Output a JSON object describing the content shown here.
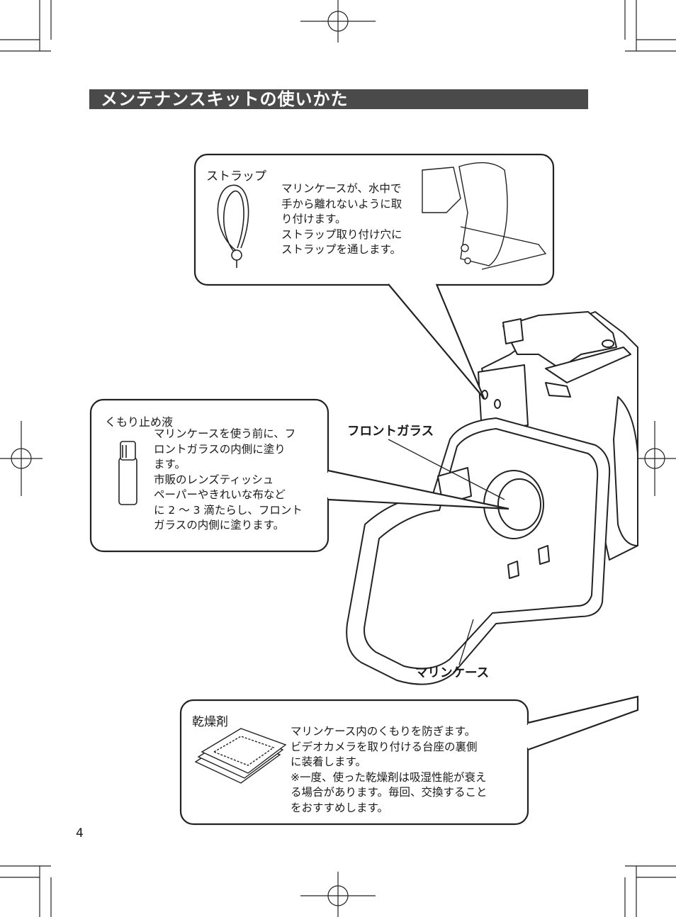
{
  "page": {
    "title": "メンテナンスキットの使いかた",
    "page_number": "4"
  },
  "strap": {
    "title": "ストラップ",
    "lines": [
      "マリンケースが、水中で",
      "手から離れないように取",
      "り付けます。",
      "ストラップ取り付け穴に",
      "ストラップを通します。"
    ]
  },
  "antifog": {
    "title": "くもり止め液",
    "lines": [
      "マリンケースを使う前に、フ",
      "ロントガラスの内側に塗り",
      "ます。",
      "市販のレンズティッシュ",
      "ペーパーやきれいな布など",
      "に 2 〜 3 滴たらし、フロント",
      "ガラスの内側に塗ります。"
    ]
  },
  "desiccant": {
    "title": "乾燥剤",
    "lines": [
      "マリンケース内のくもりを防ぎます。",
      "ビデオカメラを取り付ける台座の裏側",
      "に装着します。",
      "※一度、使った乾燥剤は吸湿性能が衰え",
      "る場合があります。毎回、交換すること",
      "をおすすめします。"
    ]
  },
  "labels": {
    "front_glass": "フロントガラス",
    "marine_case": "マリンケース"
  }
}
